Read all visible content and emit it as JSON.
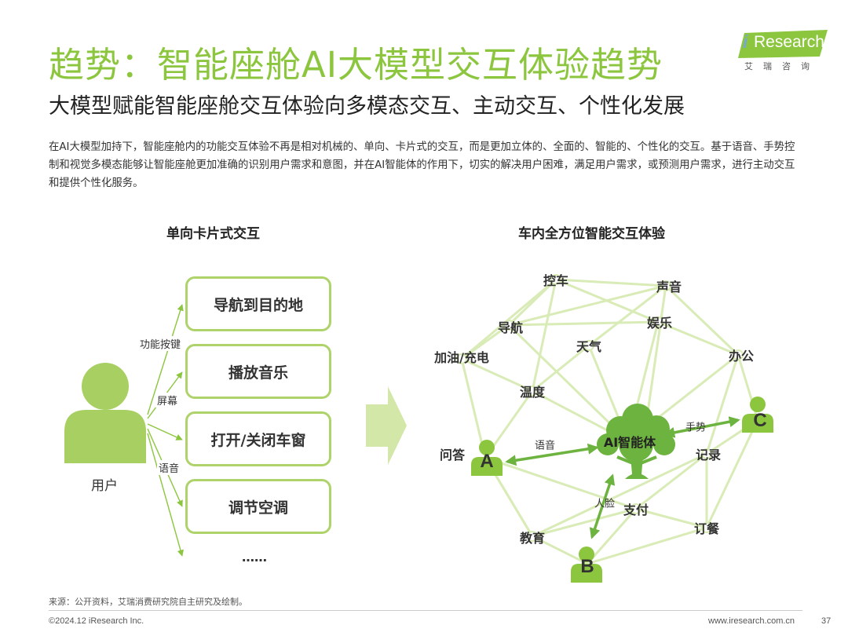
{
  "title": "趋势：智能座舱AI大模型交互体验趋势",
  "subtitle": "大模型赋能智能座舱交互体验向多模态交互、主动交互、个性化发展",
  "logo": {
    "text": "Research",
    "prefix": "i",
    "chinese": "艾瑞咨询"
  },
  "body_text": "在AI大模型加持下，智能座舱内的功能交互体验不再是相对机械的、单向、卡片式的交互，而是更加立体的、全面的、智能的、个性化的交互。基于语音、手势控制和视觉多模态能够让智能座舱更加准确的识别用户需求和意图，并在AI智能体的作用下，切实的解决用户困难，满足用户需求，或预测用户需求，进行主动交互和提供个性化服务。",
  "left": {
    "title": "单向卡片式交互",
    "user_label": "用户",
    "channels": [
      "功能按键",
      "屏幕",
      "语音"
    ],
    "cards": [
      "导航到目的地",
      "播放音乐",
      "打开/关闭车窗",
      "调节空调"
    ],
    "ellipsis": "……"
  },
  "right": {
    "title": "车内全方位智能交互体验",
    "center": "AI智能体",
    "nodes": [
      "控车",
      "声音",
      "导航",
      "娱乐",
      "天气",
      "加油/充电",
      "办公",
      "温度",
      "问答",
      "记录",
      "支付",
      "教育",
      "订餐"
    ],
    "users": [
      "A",
      "B",
      "C"
    ],
    "arrow_labels": [
      "语音",
      "手势",
      "人脸"
    ]
  },
  "footer": {
    "source": "来源：公开资料，艾瑞消费研究院自主研究及绘制。",
    "copyright": "©2024.12 iResearch Inc.",
    "website": "www.iresearch.com.cn",
    "page": "37"
  },
  "colors": {
    "accent": "#8cc63f",
    "accent_light": "#aed36a",
    "arrow": "#d3e7a8"
  }
}
